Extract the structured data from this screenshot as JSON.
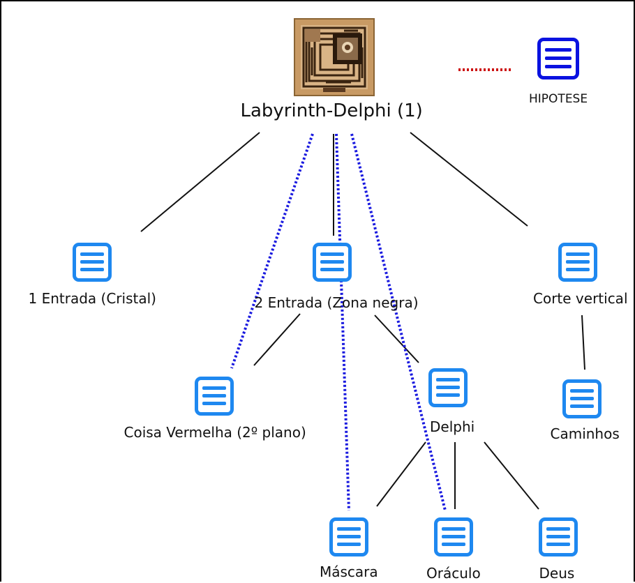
{
  "diagram": {
    "root": {
      "id": "root",
      "label": "Labyrinth-Delphi (1)",
      "image": "labyrinth-thumbnail"
    },
    "legend": {
      "label": "HIPOTESE",
      "line_style": "dotted",
      "line_color": "#cc1111",
      "icon": "document-icon",
      "icon_color": "#0a12e0"
    },
    "nodes": [
      {
        "id": "entrada1",
        "label": "1 Entrada (Cristal)",
        "icon": "document-icon"
      },
      {
        "id": "entrada2",
        "label": "2 Entrada (Zona negra)",
        "icon": "document-icon"
      },
      {
        "id": "corte",
        "label": "Corte vertical",
        "icon": "document-icon"
      },
      {
        "id": "coisa",
        "label": "Coisa Vermelha (2º plano)",
        "icon": "document-icon"
      },
      {
        "id": "delphi",
        "label": "Delphi",
        "icon": "document-icon"
      },
      {
        "id": "caminhos",
        "label": "Caminhos",
        "icon": "document-icon"
      },
      {
        "id": "mascara",
        "label": "Máscara",
        "icon": "document-icon"
      },
      {
        "id": "oraculo",
        "label": "Oráculo",
        "icon": "document-icon"
      },
      {
        "id": "deus",
        "label": "Deus",
        "icon": "document-icon"
      }
    ],
    "edges": [
      {
        "from": "root",
        "to": "entrada1",
        "style": "solid"
      },
      {
        "from": "root",
        "to": "entrada2",
        "style": "solid"
      },
      {
        "from": "root",
        "to": "corte",
        "style": "solid"
      },
      {
        "from": "entrada2",
        "to": "coisa",
        "style": "solid"
      },
      {
        "from": "entrada2",
        "to": "delphi",
        "style": "solid"
      },
      {
        "from": "corte",
        "to": "caminhos",
        "style": "solid"
      },
      {
        "from": "delphi",
        "to": "mascara",
        "style": "solid"
      },
      {
        "from": "delphi",
        "to": "oraculo",
        "style": "solid"
      },
      {
        "from": "delphi",
        "to": "deus",
        "style": "solid"
      },
      {
        "from": "root",
        "to": "coisa",
        "style": "dotted"
      },
      {
        "from": "root",
        "to": "mascara",
        "style": "dotted"
      },
      {
        "from": "root",
        "to": "oraculo",
        "style": "dotted"
      }
    ],
    "colors": {
      "node_icon": "#1e88f0",
      "solid_edge": "#111111",
      "dotted_edge": "#1a1adf",
      "legend_edge": "#cc1111"
    }
  }
}
